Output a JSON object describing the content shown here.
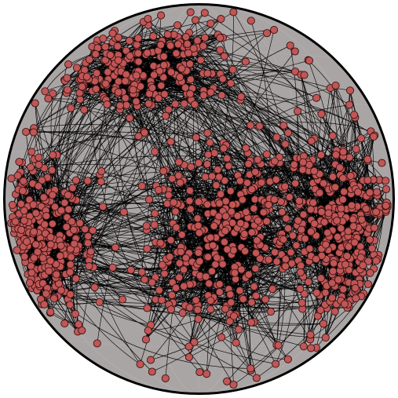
{
  "graph": {
    "style": {
      "sphere_fill": "#aaa5a5",
      "sphere_outline": "#000000",
      "grid_color": "#b8b3b3",
      "edge_color": "#000000",
      "node_fill": "#c05656",
      "node_stroke": "#3a1212"
    },
    "clusters": [
      {
        "name": "upper-left",
        "nodes": 230
      },
      {
        "name": "left",
        "nodes": 260
      },
      {
        "name": "center",
        "nodes": 320
      },
      {
        "name": "right",
        "nodes": 300
      }
    ],
    "scattered_nodes": 120
  }
}
